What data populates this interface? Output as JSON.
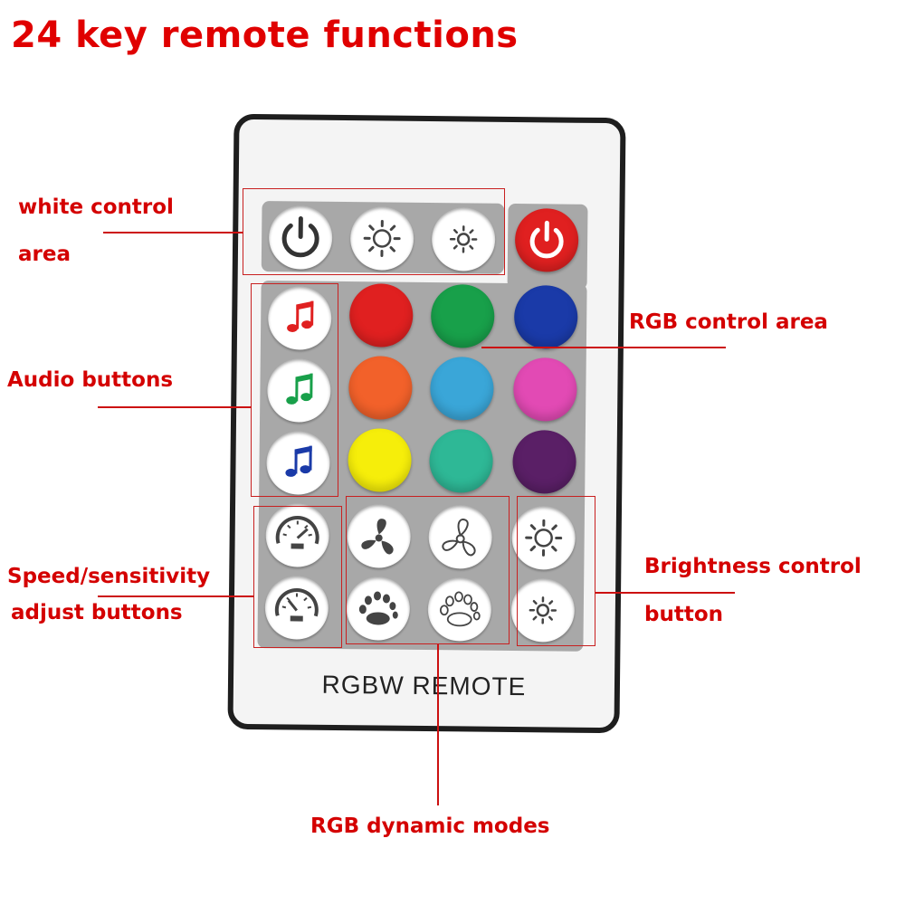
{
  "title": "24 key remote functions",
  "remote_label": "RGBW REMOTE",
  "labels": {
    "white_control_1": "white control",
    "white_control_2": "area",
    "rgb_control": "RGB control area",
    "audio": "Audio buttons",
    "speed_1": "Speed/sensitivity",
    "speed_2": "adjust buttons",
    "brightness_1": "Brightness control",
    "brightness_2": "button",
    "dynamic": "RGB dynamic modes"
  },
  "colors": {
    "label": "#d40000",
    "panel": "#a8a8a8",
    "power_red": "#e02020",
    "color_buttons": [
      "#e02020",
      "#18a04a",
      "#1a3aa8",
      "#f2612a",
      "#3aa6d8",
      "#e24ab4",
      "#f6ee0a",
      "#2eb896",
      "#5a1f66"
    ],
    "music_notes": [
      "#e02020",
      "#18a04a",
      "#1a3aa8"
    ]
  },
  "buttons": {
    "row1": [
      "power-icon",
      "sun-bright-icon",
      "sun-dim-icon",
      "power-red-icon"
    ],
    "audio": [
      "music-note-icon",
      "music-note-icon",
      "music-note-icon"
    ],
    "speed": [
      "speedometer-icon",
      "speedometer-icon"
    ],
    "dynamic": [
      "fan-icon",
      "fan-outline-icon",
      "flash-icon",
      "fade-icon"
    ],
    "brightness": [
      "sun-bright-icon",
      "sun-dim-icon"
    ]
  }
}
